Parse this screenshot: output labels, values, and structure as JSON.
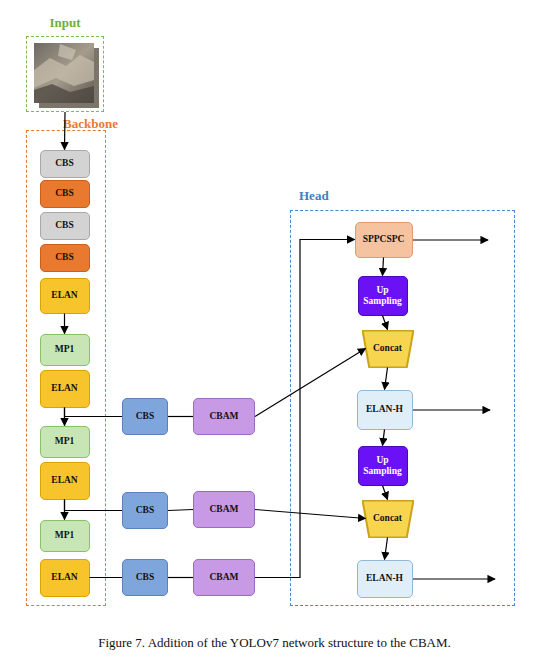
{
  "diagram": {
    "caption": "Figure 7. Addition of the YOLOv7 network structure to the CBAM.",
    "nodes": [
      {
        "text": [
          "Input"
        ]
      },
      {
        "text": [
          "Backbone"
        ]
      },
      {
        "text": [
          "CBS"
        ],
        "in": 1
      },
      {
        "text": [
          "CBS"
        ],
        "in": 1
      },
      {
        "text": [
          "CBS"
        ],
        "in": 1
      },
      {
        "text": [
          "CBS"
        ],
        "in": 1
      },
      {
        "text": [
          "ELAN"
        ],
        "in": 1
      },
      {
        "text": [
          "MP1"
        ],
        "in": 1
      },
      {
        "text": [
          "ELAN"
        ],
        "in": 1
      },
      {
        "text": [
          "MP1"
        ],
        "in": 1
      },
      {
        "text": [
          "ELAN"
        ],
        "in": 1
      },
      {
        "text": [
          "MP1"
        ],
        "in": 1
      },
      {
        "text": [
          "ELAN"
        ],
        "in": 1
      },
      {
        "text": [
          "Head"
        ]
      },
      {
        "text": [
          "SPPCSPC"
        ],
        "in": 13
      },
      {
        "text": [
          "Up Sampling"
        ],
        "in": 13
      },
      {
        "text": [
          "Concat"
        ],
        "in": 13
      },
      {
        "text": [
          "ELAN-H"
        ],
        "in": 13
      },
      {
        "text": [
          "Up Sampling"
        ],
        "in": 13
      },
      {
        "text": [
          "Concat"
        ],
        "in": 13
      },
      {
        "text": [
          "ELAN-H"
        ],
        "in": 13
      },
      {
        "text": [
          "CBS"
        ]
      },
      {
        "text": [
          "CBAM"
        ]
      },
      {
        "text": [
          "CBS"
        ]
      },
      {
        "text": [
          "CBAM"
        ]
      },
      {
        "text": [
          "CBS"
        ]
      },
      {
        "text": [
          "CBAM"
        ]
      }
    ],
    "edges": [
      {
        "from": 0,
        "to": 2,
        "arrow": "to"
      },
      {
        "from": 6,
        "to": 7,
        "arrow": "to"
      },
      {
        "from": 8,
        "to": 9,
        "arrow": "to"
      },
      {
        "from": 10,
        "to": 11,
        "arrow": "to"
      },
      {
        "from": 8,
        "to": 21,
        "arrow": "none"
      },
      {
        "from": 21,
        "to": 22,
        "arrow": "none"
      },
      {
        "from": 22,
        "to": 16,
        "arrow": "to"
      },
      {
        "from": 10,
        "to": 23,
        "arrow": "none"
      },
      {
        "from": 23,
        "to": 24,
        "arrow": "none"
      },
      {
        "from": 24,
        "to": 19,
        "arrow": "to"
      },
      {
        "from": 12,
        "to": 25,
        "arrow": "none"
      },
      {
        "from": 25,
        "to": 26,
        "arrow": "none"
      },
      {
        "from": 26,
        "to": 14,
        "arrow": "to"
      },
      {
        "from": 14,
        "to": 15,
        "arrow": "to"
      },
      {
        "from": 15,
        "to": 16,
        "arrow": "to"
      },
      {
        "from": 16,
        "to": 17,
        "arrow": "to"
      },
      {
        "from": 17,
        "to": 18,
        "arrow": "to"
      },
      {
        "from": 18,
        "to": 19,
        "arrow": "to"
      },
      {
        "from": 19,
        "to": 20,
        "arrow": "to"
      }
    ]
  }
}
